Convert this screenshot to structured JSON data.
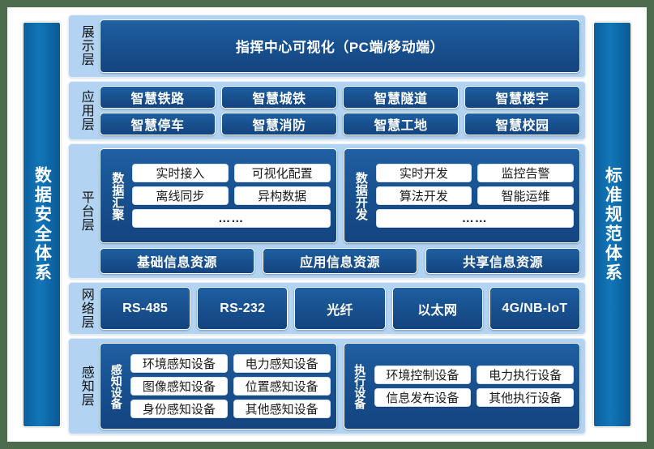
{
  "sidebars": {
    "left": {
      "label": "数据安全体系"
    },
    "right": {
      "label": "标准规范体系"
    }
  },
  "layers": {
    "display": {
      "name": "展示层",
      "bar": "指挥中心可视化（PC端/移动端）"
    },
    "application": {
      "name": "应用层",
      "items": [
        "智慧铁路",
        "智慧城铁",
        "智慧隧道",
        "智慧楼宇",
        "智慧停车",
        "智慧消防",
        "智慧工地",
        "智慧校园"
      ]
    },
    "platform": {
      "name": "平台层",
      "groups": [
        {
          "name": "数据汇聚",
          "items": [
            "实时接入",
            "可视化配置",
            "离线同步",
            "异构数据"
          ],
          "more": "……"
        },
        {
          "name": "数据开发",
          "items": [
            "实时开发",
            "监控告警",
            "算法开发",
            "智能运维"
          ],
          "more": "……"
        }
      ],
      "resources": [
        "基础信息资源",
        "应用信息资源",
        "共享信息资源"
      ]
    },
    "network": {
      "name": "网络层",
      "items": [
        "RS-485",
        "RS-232",
        "光纤",
        "以太网",
        "4G/NB-IoT"
      ]
    },
    "sensing": {
      "name": "感知层",
      "groups": [
        {
          "name": "感知设备",
          "items": [
            "环境感知设备",
            "电力感知设备",
            "图像感知设备",
            "位置感知设备",
            "身份感知设备",
            "其他感知设备"
          ]
        },
        {
          "name": "执行设备",
          "items": [
            "环境控制设备",
            "电力执行设备",
            "信息发布设备",
            "其他执行设备"
          ]
        }
      ]
    }
  },
  "colors": {
    "page_background": "#4d6b4d",
    "canvas": "#ffffff",
    "sidebar_blue": "#0e6bab",
    "band_light_blue": "#b2d4f2",
    "navy_block": "#18518f",
    "chip_white": "#ffffff"
  }
}
